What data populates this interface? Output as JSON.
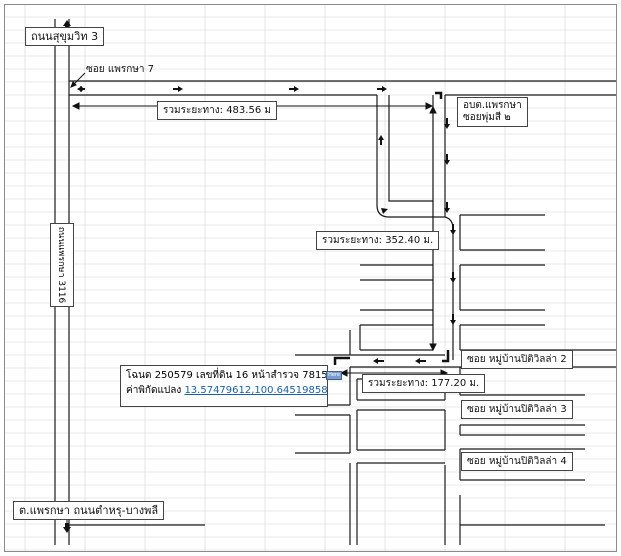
{
  "labels": {
    "top_road": "ถนนสุขุมวิท 3",
    "soi": "ซอย แพรกษา 7",
    "distance_1": "รวมระยะทาง: 483.56 ม",
    "office": "อบต.แพรกษา\nซอยพุ่มสี ๒",
    "distance_2": "รวมระยะทาง: 352.40 ม.",
    "vertical_road": "ถนนแพรกษา 3116",
    "parcel_line1": "โฉนด 250579 เลขที่ดิน 16 หน้าสำรวจ 7815",
    "parcel_line2_prefix": "ค่าพิกัดแปลง ",
    "parcel_coords": "13.57479612,100.64519858",
    "distance_3": "รวมระยะทาง: 177.20 ม.",
    "village_2": "ซอย หมู่บ้านปิติวิลล่า 2",
    "village_3": "ซอย หมู่บ้านปิติวิลล่า 3",
    "village_4": "ซอย หมู่บ้านปิติวิลล่า 4",
    "bottom_road": "ต.แพรกษา ถนนตำหรุ-บางพลี",
    "pin_text": "Here"
  },
  "colors": {
    "road_line": "#1a1a1a",
    "grid": "#d6d6d6",
    "link": "#1a5fa8",
    "pin": "#7a9cc8"
  }
}
